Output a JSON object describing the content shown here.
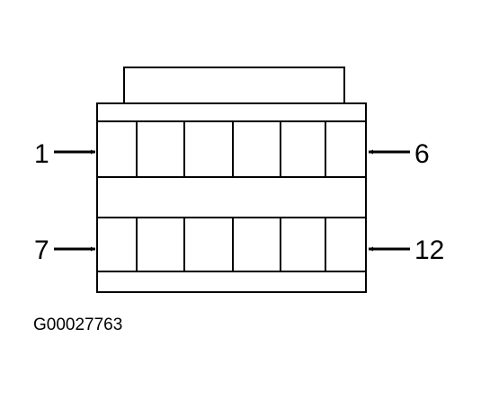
{
  "connector": {
    "pin_labels": {
      "top_left": "1",
      "top_right": "6",
      "bottom_left": "7",
      "bottom_right": "12"
    },
    "pins_per_row": 6,
    "row_count": 2
  },
  "figure_id": "G00027763",
  "colors": {
    "line": "#000000",
    "background": "#ffffff"
  }
}
